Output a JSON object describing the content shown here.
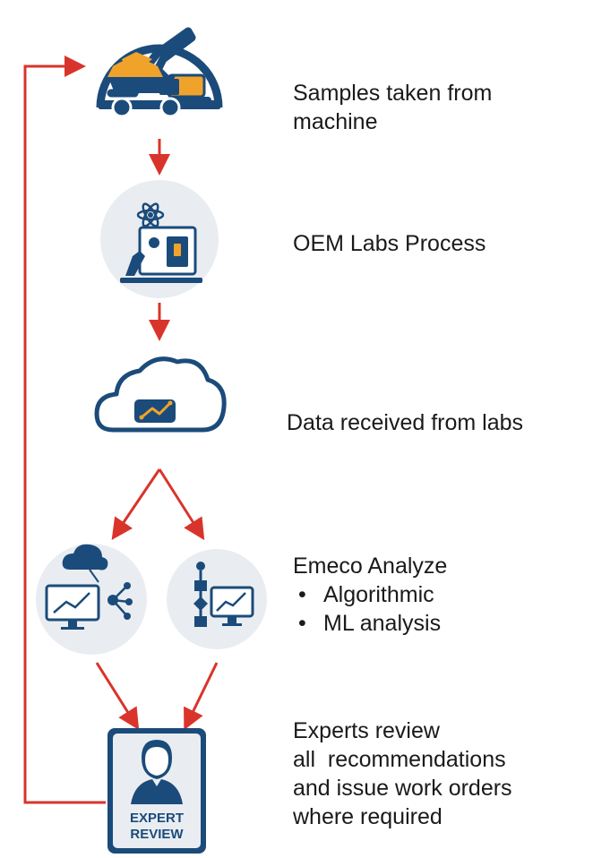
{
  "steps": {
    "machine": {
      "text": "Samples taken from machine",
      "line1": "Samples taken from",
      "line2": "machine"
    },
    "labs": {
      "text": "OEM Labs Process"
    },
    "data": {
      "text": "Data received from labs"
    },
    "analyze": {
      "title": "Emeco Analyze",
      "bullets": [
        "Algorithmic",
        "ML analysis"
      ]
    },
    "review": {
      "lines": [
        "Experts review",
        "all  recommendations",
        "and issue work orders",
        "where required"
      ],
      "badge_line1": "EXPERT",
      "badge_line2": "REVIEW"
    }
  },
  "icons": {
    "machine": "excavator-dump-truck-icon",
    "labs": "laboratory-microscope-icon",
    "data": "cloud-analytics-icon",
    "analyze_left": "cloud-network-monitor-icon",
    "analyze_right": "flowchart-monitor-icon",
    "review": "expert-avatar-icon"
  },
  "colors": {
    "arrow": "#d9342b",
    "icon_dark": "#1b4b7a",
    "icon_accent": "#f0a32a",
    "icon_bg": "#e9edf1"
  }
}
